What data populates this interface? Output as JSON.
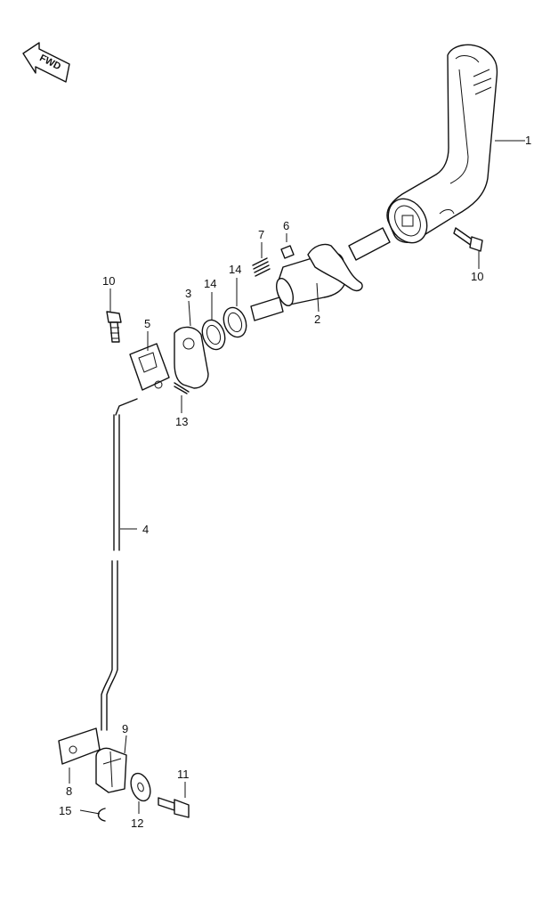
{
  "direction_badge": "FWD",
  "callouts": {
    "c1": "1",
    "c2": "2",
    "c3": "3",
    "c4": "4",
    "c5": "5",
    "c6": "6",
    "c7": "7",
    "c8": "8",
    "c9": "9",
    "c10a": "10",
    "c10b": "10",
    "c11": "11",
    "c12": "12",
    "c13": "13",
    "c14a": "14",
    "c14b": "14",
    "c15": "15"
  }
}
